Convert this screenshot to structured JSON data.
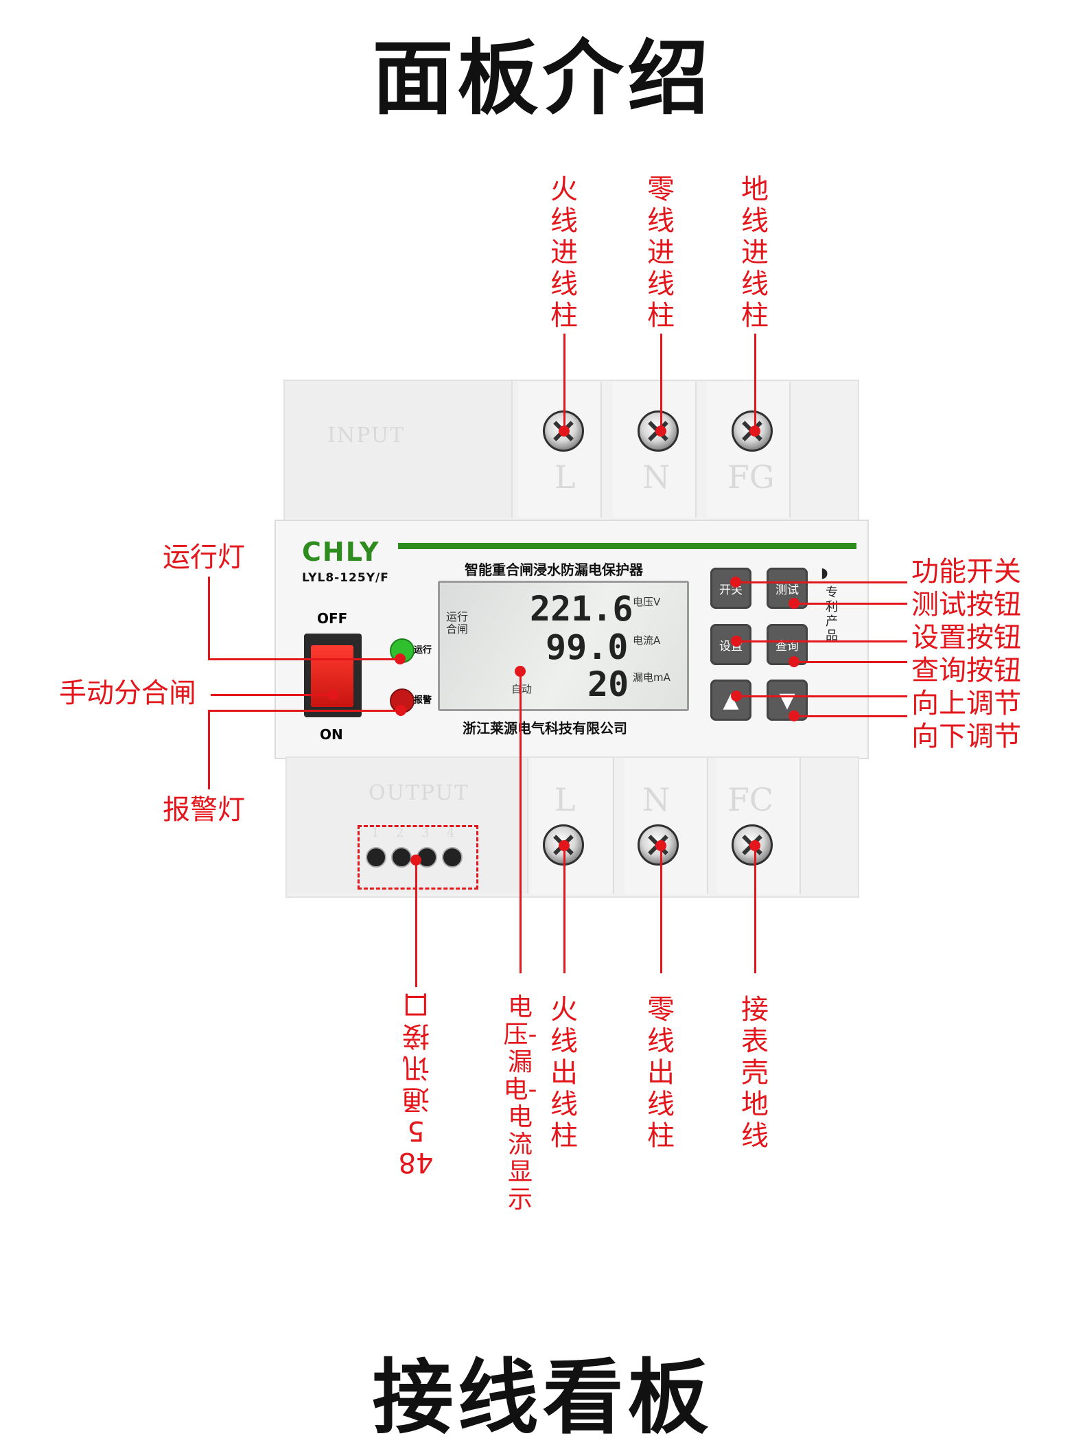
{
  "titles": {
    "top": "面板介绍",
    "bottom": "接线看板"
  },
  "device": {
    "brand": "CHLY",
    "model": "LYL8-125Y/F",
    "product_name": "智能重合闸浸水防漏电保护器",
    "company": "浙江莱源电气科技有限公司",
    "input_label": "INPUT",
    "output_label": "OUTPUT",
    "top_terminals": [
      "L",
      "N",
      "FG"
    ],
    "bottom_terminals": [
      "L",
      "N",
      "FC"
    ],
    "switch": {
      "off": "OFF",
      "on": "ON"
    },
    "indicators": {
      "run": "运行",
      "alarm": "报警"
    },
    "lcd": {
      "status1": "运行",
      "status2": "合闸",
      "mode": "自动",
      "voltage": "221.6",
      "voltage_unit": "电压V",
      "current": "99.0",
      "current_unit": "电流A",
      "leakage": "20",
      "leakage_unit": "漏电mA"
    },
    "buttons": {
      "switch": "开关",
      "test": "测试",
      "set": "设置",
      "query": "查询"
    },
    "patent": "专利产品",
    "comm_ports": [
      "1",
      "2",
      "3",
      "4"
    ]
  },
  "callouts": {
    "top": [
      "火线进线柱",
      "零线进线柱",
      "地线进线柱"
    ],
    "left": [
      "运行灯",
      "手动分合闸",
      "报警灯"
    ],
    "right": [
      "功能开关",
      "测试按钮",
      "设置按钮",
      "查询按钮",
      "向上调节",
      "向下调节"
    ],
    "bottom": [
      "485通讯接口",
      "电压-漏电-电流显示",
      "火线出线柱",
      "零线出线柱",
      "接表壳地线"
    ]
  },
  "colors": {
    "callout": "#e3161b",
    "brand_green": "#2e8b1e",
    "run_led": "#2fbf2f",
    "alarm_led": "#c41818",
    "switch_red": "#e0201c"
  }
}
